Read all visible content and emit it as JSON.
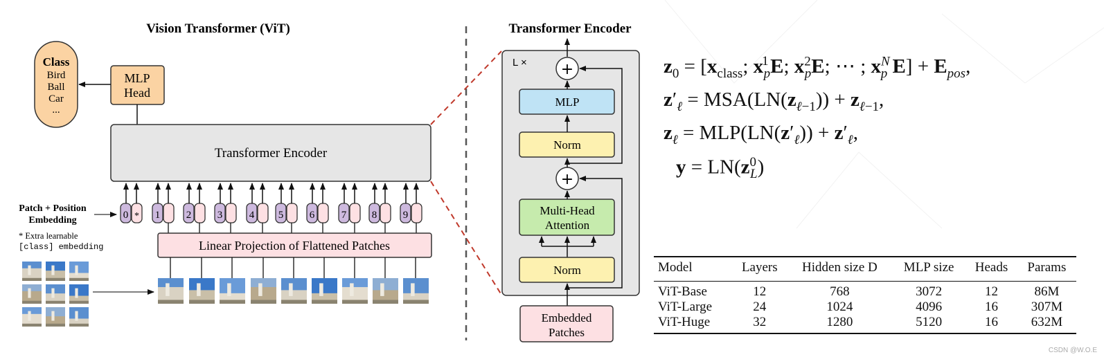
{
  "left_title": "Vision Transformer (ViT)",
  "right_title": "Transformer Encoder",
  "class_box": {
    "title": "Class",
    "items": [
      "Bird",
      "Ball",
      "Car",
      "..."
    ]
  },
  "mlp_head": [
    "MLP",
    "Head"
  ],
  "encoder_label": "Transformer Encoder",
  "embedding_label": [
    "Patch + Position",
    "Embedding"
  ],
  "extra_note": [
    "* Extra learnable",
    "[class] embedding"
  ],
  "tokens": [
    "0",
    "1",
    "2",
    "3",
    "4",
    "5",
    "6",
    "7",
    "8",
    "9"
  ],
  "class_token_marker": "*",
  "projection_label": "Linear Projection of Flattened Patches",
  "encoder_block": {
    "repeat": "L ×",
    "plus": "+",
    "mlp": "MLP",
    "norm": "Norm",
    "attention": [
      "Multi-Head",
      "Attention"
    ],
    "input": [
      "Embedded",
      "Patches"
    ]
  },
  "table": {
    "headers": [
      "Model",
      "Layers",
      "Hidden size D",
      "MLP size",
      "Heads",
      "Params"
    ],
    "rows": [
      [
        "ViT-Base",
        "12",
        "768",
        "3072",
        "12",
        "86M"
      ],
      [
        "ViT-Large",
        "24",
        "1024",
        "4096",
        "16",
        "307M"
      ],
      [
        "ViT-Huge",
        "32",
        "1280",
        "5120",
        "16",
        "632M"
      ]
    ]
  },
  "watermark": "CSDN @W.O.E",
  "colors": {
    "class_fill": "#fbd3a3",
    "mlp_head_fill": "#fbd3a3",
    "encoder_fill": "#e6e6e6",
    "token_fill": "#cdb9de",
    "pos_fill": "#fde0e3",
    "projection_fill": "#fde0e3",
    "mlp_fill": "#bfe3f5",
    "norm_fill": "#fdf1b0",
    "attention_fill": "#c6ebad",
    "embedded_fill": "#fde0e3",
    "zoom_line": "#c0392b"
  }
}
